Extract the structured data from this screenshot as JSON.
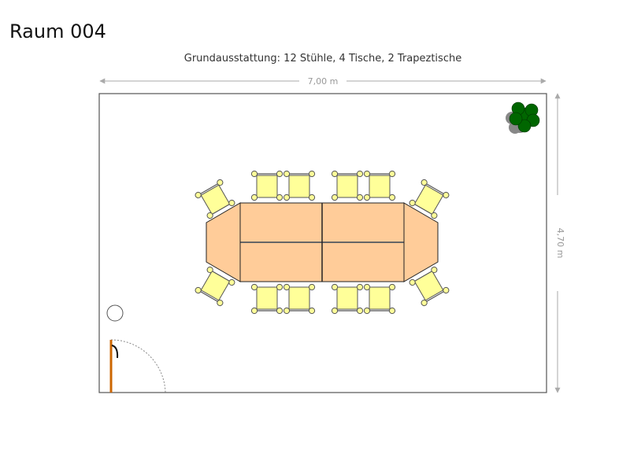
{
  "room": {
    "title": "Raum 004",
    "subtitle": "Grundausstattung: 12 Stühle, 4 Tische, 2 Trapeztische",
    "width_label": "7,00 m",
    "height_label": "4,70 m"
  },
  "colors": {
    "wall": "#555555",
    "table_fill": "#ffcc99",
    "table_stroke": "#222222",
    "chair_fill": "#ffff99",
    "chair_stroke": "#555555",
    "dimension": "#aaaaaa",
    "door": "#cc6600",
    "plant_dark": "#006600",
    "plant_shadow": "#888888"
  }
}
